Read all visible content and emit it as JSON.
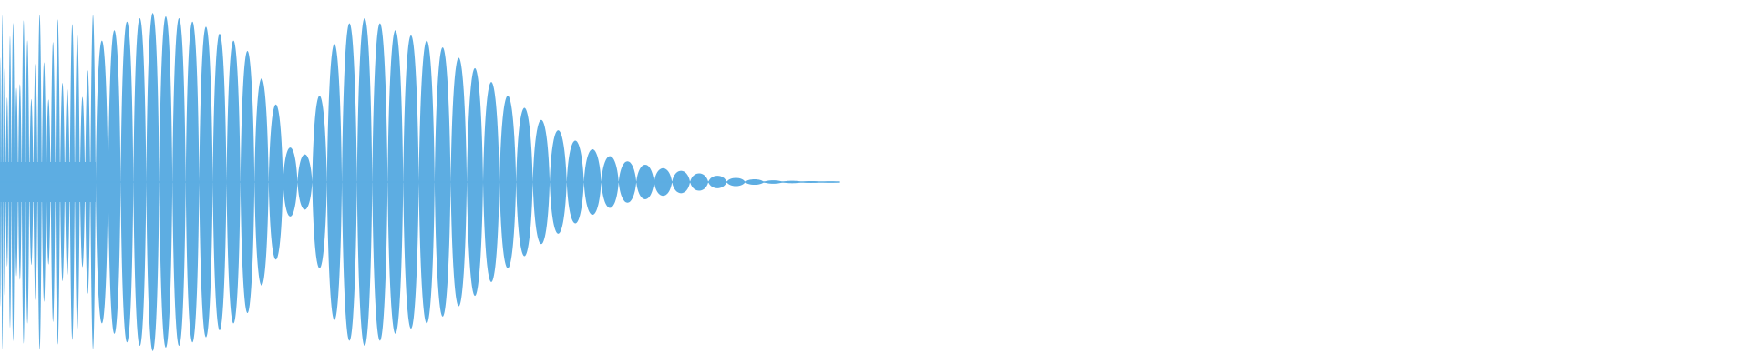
{
  "waveform": {
    "color": "#5dade2",
    "background": "#ffffff",
    "amplitude_peaks": [
      0.82,
      0.88,
      0.93,
      0.95,
      0.98,
      0.96,
      0.95,
      0.93,
      0.9,
      0.86,
      0.82,
      0.76,
      0.6,
      0.45,
      0.2,
      0.16,
      0.5,
      0.8,
      0.92,
      0.95,
      0.92,
      0.88,
      0.85,
      0.82,
      0.78,
      0.72,
      0.66,
      0.58,
      0.5,
      0.43,
      0.36,
      0.3,
      0.24,
      0.19,
      0.15,
      0.12,
      0.1,
      0.08,
      0.065,
      0.05,
      0.036,
      0.024,
      0.016,
      0.01,
      0.007,
      0.005,
      0.004
    ],
    "duration_fraction_of_width": 0.48
  }
}
